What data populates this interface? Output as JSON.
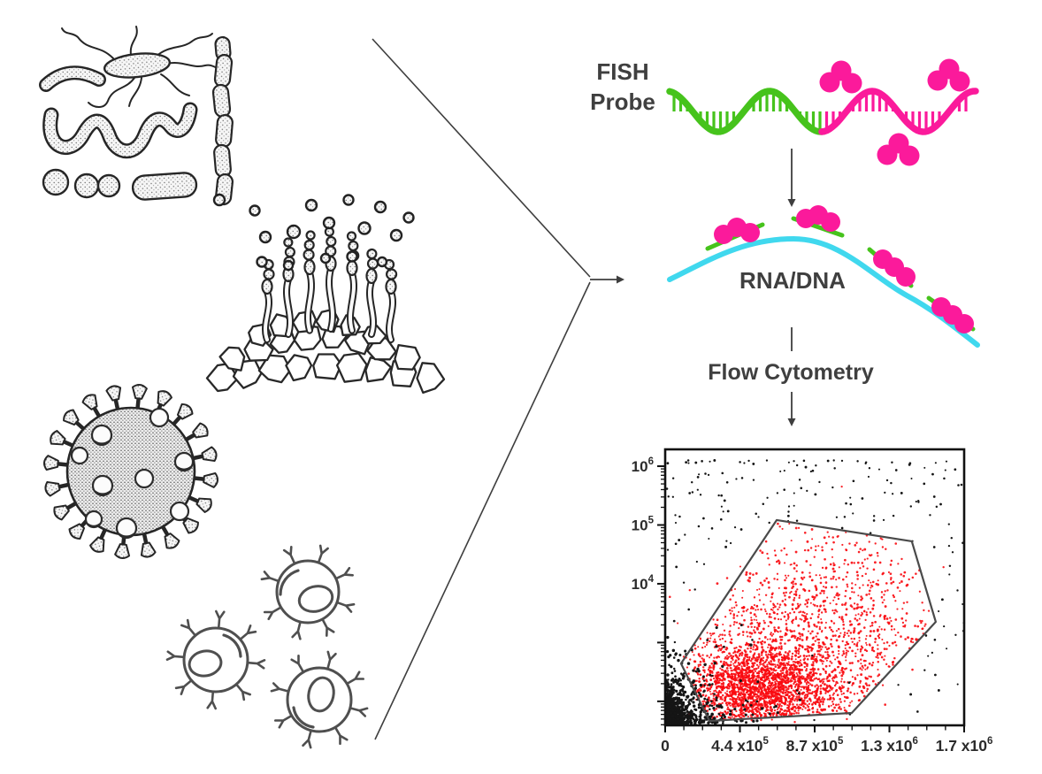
{
  "labels": {
    "fish_probe_line1": "FISH",
    "fish_probe_line2": "Probe",
    "rna_dna": "RNA/DNA",
    "flow_cytometry": "Flow Cytometry"
  },
  "illustrations": {
    "top_left": "bacteria-illustration",
    "middle": "fungus-conidiophore-illustration",
    "lower_left": "virus-illustration",
    "bottom": "immune-cells-illustration"
  },
  "colors": {
    "probe_green": "#46c31c",
    "probe_pink": "#fb1a9b",
    "strand_cyan": "#40d8ee",
    "text_gray": "#3f3f3f",
    "line_gray": "#3e3e3e",
    "ink": "#262626",
    "cell_gray": "#4f4f4f",
    "axis_black": "#111111",
    "scatter_red": "#fa0a10",
    "scatter_black": "#151515",
    "gate_gray": "#4a4a4a"
  },
  "chart_data": {
    "type": "scatter",
    "title": "",
    "xlabel": "",
    "ylabel": "",
    "x_axis": {
      "scale": "linear",
      "range": [
        0,
        1700000
      ],
      "tick_labels": [
        {
          "text": "0"
        },
        {
          "mantissa": "4.4 x10",
          "exponent": "5"
        },
        {
          "mantissa": "8.7 x10",
          "exponent": "5"
        },
        {
          "mantissa": "1.3 x10",
          "exponent": "6"
        },
        {
          "mantissa": "1.7 x10",
          "exponent": "6"
        }
      ],
      "major_fracs": [
        0,
        0.25,
        0.5,
        0.75,
        1
      ],
      "minor_divisions": 4
    },
    "y_axis": {
      "scale": "log",
      "tick_labels": [
        {
          "mantissa": "10",
          "exponent": "6"
        },
        {
          "mantissa": "10",
          "exponent": "5"
        },
        {
          "mantissa": "10",
          "exponent": "4"
        }
      ],
      "labeled_major_fracs": [
        0.061,
        0.274,
        0.487
      ],
      "unlabeled_major_fracs": [
        0.7,
        0.913
      ],
      "decade_frac": 0.2131
    },
    "grid": false,
    "legend": false,
    "gate_polygon_frac": [
      [
        0.373,
        0.256
      ],
      [
        0.825,
        0.333
      ],
      [
        0.905,
        0.625
      ],
      [
        0.624,
        0.955
      ],
      [
        0.148,
        0.984
      ],
      [
        0.053,
        0.776
      ]
    ],
    "gate_polygon_data": [
      [
        630000,
        120000
      ],
      [
        1400000,
        53000
      ],
      [
        1540000,
        2300
      ],
      [
        1060000,
        64
      ],
      [
        250000,
        47
      ],
      [
        91000,
        450
      ]
    ],
    "point_clusters": [
      {
        "name": "stained-population-dense",
        "color": "red",
        "type": "gauss",
        "n": 2200,
        "cx": 0.32,
        "cy": 0.872,
        "sx": 0.133,
        "sy": 0.08,
        "clip": "gate"
      },
      {
        "name": "stained-population-mid",
        "color": "red",
        "type": "gauss",
        "n": 1100,
        "cx": 0.438,
        "cy": 0.712,
        "sx": 0.207,
        "sy": 0.144,
        "clip": "gate"
      },
      {
        "name": "stained-population-sparse",
        "color": "red",
        "type": "gauss",
        "n": 480,
        "cx": 0.586,
        "cy": 0.519,
        "sx": 0.222,
        "sy": 0.176,
        "clip": "gate"
      },
      {
        "name": "debris-corner",
        "color": "black",
        "type": "corner-exp",
        "n": 760,
        "lx": 0.042,
        "ly": 0.046
      },
      {
        "name": "debris-corner-tail",
        "color": "black",
        "type": "corner-exp",
        "n": 240,
        "lx": 0.1,
        "ly": 0.095
      },
      {
        "name": "unstained-background",
        "color": "black",
        "type": "halo",
        "n": 280
      }
    ],
    "seed": 7
  }
}
